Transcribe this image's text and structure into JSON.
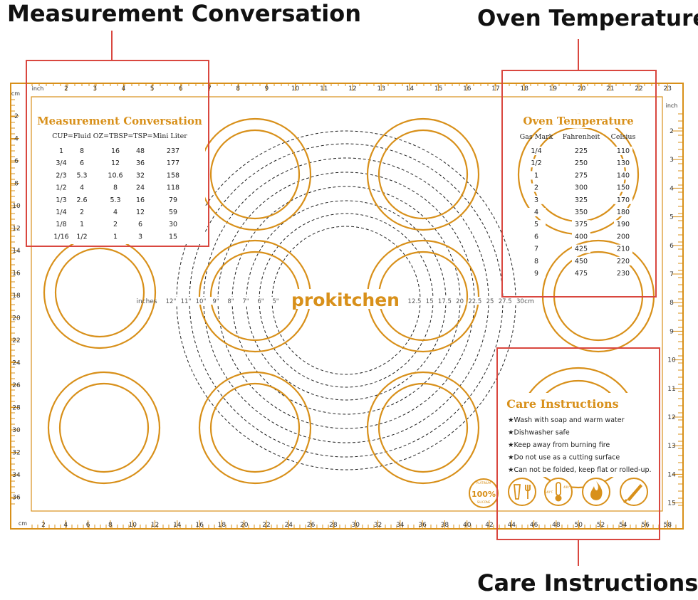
{
  "callouts": {
    "measurement": "Measurement Conversation",
    "oven": "Oven Temperature",
    "care": "Care Instructions"
  },
  "mat": {
    "brand": "prokitchen",
    "color": "#d8901a",
    "top_ruler_unit": "inch",
    "top_ruler_labels": [
      "2",
      "3",
      "4",
      "5",
      "6",
      "7",
      "8",
      "9",
      "10",
      "11",
      "12",
      "13",
      "14",
      "15",
      "16",
      "17",
      "18",
      "19",
      "20",
      "21",
      "22",
      "23"
    ],
    "left_ruler_unit": "cm",
    "left_ruler_labels": [
      "2",
      "4",
      "6",
      "8",
      "10",
      "12",
      "14",
      "16",
      "18",
      "20",
      "22",
      "24",
      "26",
      "28",
      "30",
      "32",
      "34",
      "36"
    ],
    "right_ruler_unit": "inch",
    "right_ruler_labels": [
      "2",
      "3",
      "4",
      "5",
      "6",
      "7",
      "8",
      "9",
      "10",
      "11",
      "12",
      "13",
      "14",
      "15"
    ],
    "bottom_ruler_unit": "cm",
    "bottom_ruler_labels": [
      "2",
      "4",
      "6",
      "8",
      "10",
      "12",
      "14",
      "16",
      "18",
      "20",
      "22",
      "24",
      "26",
      "28",
      "30",
      "32",
      "34",
      "36",
      "38",
      "40",
      "42",
      "44",
      "46",
      "48",
      "50",
      "52",
      "54",
      "56",
      "58"
    ],
    "center_labels": {
      "inches_word": "inches",
      "inches": [
        "12\"",
        "11\"",
        "10\"",
        "9\"",
        "8\"",
        "7\"",
        "6\"",
        "5\""
      ],
      "cm": [
        "12.5",
        "15",
        "17.5",
        "20",
        "22.5",
        "25",
        "27.5",
        "30"
      ],
      "cm_word": "cm"
    }
  },
  "measurement_table": {
    "title": "Measurement Conversation",
    "header": "CUP=Fluid OZ=TBSP=TSP=Mini Liter",
    "rows": [
      [
        "1",
        "8",
        "16",
        "48",
        "237"
      ],
      [
        "3/4",
        "6",
        "12",
        "36",
        "177"
      ],
      [
        "2/3",
        "5.3",
        "10.6",
        "32",
        "158"
      ],
      [
        "1/2",
        "4",
        "8",
        "24",
        "118"
      ],
      [
        "1/3",
        "2.6",
        "5.3",
        "16",
        "79"
      ],
      [
        "1/4",
        "2",
        "4",
        "12",
        "59"
      ],
      [
        "1/8",
        "1",
        "2",
        "6",
        "30"
      ],
      [
        "1/16",
        "1/2",
        "1",
        "3",
        "15"
      ]
    ]
  },
  "oven_table": {
    "title": "Oven Temperature",
    "headers": [
      "Gas Mark",
      "Fahrenheit",
      "Celsius"
    ],
    "rows": [
      [
        "1/4",
        "225",
        "110"
      ],
      [
        "1/2",
        "250",
        "130"
      ],
      [
        "1",
        "275",
        "140"
      ],
      [
        "2",
        "300",
        "150"
      ],
      [
        "3",
        "325",
        "170"
      ],
      [
        "4",
        "350",
        "180"
      ],
      [
        "5",
        "375",
        "190"
      ],
      [
        "6",
        "400",
        "200"
      ],
      [
        "7",
        "425",
        "210"
      ],
      [
        "8",
        "450",
        "220"
      ],
      [
        "9",
        "475",
        "230"
      ]
    ]
  },
  "care": {
    "title": "Care Instructions",
    "items": [
      "★Wash with soap and warm water",
      "★Dishwasher safe",
      "★Keep away from burning fire",
      "★Do not use as a cutting surface",
      "★Can not be folded, keep flat or rolled-up."
    ],
    "badge_percent": "100%",
    "badge_top": "PLATINUM",
    "badge_bottom": "SILICONE",
    "thermo_low": "-40°F",
    "thermo_high": "480°F"
  }
}
